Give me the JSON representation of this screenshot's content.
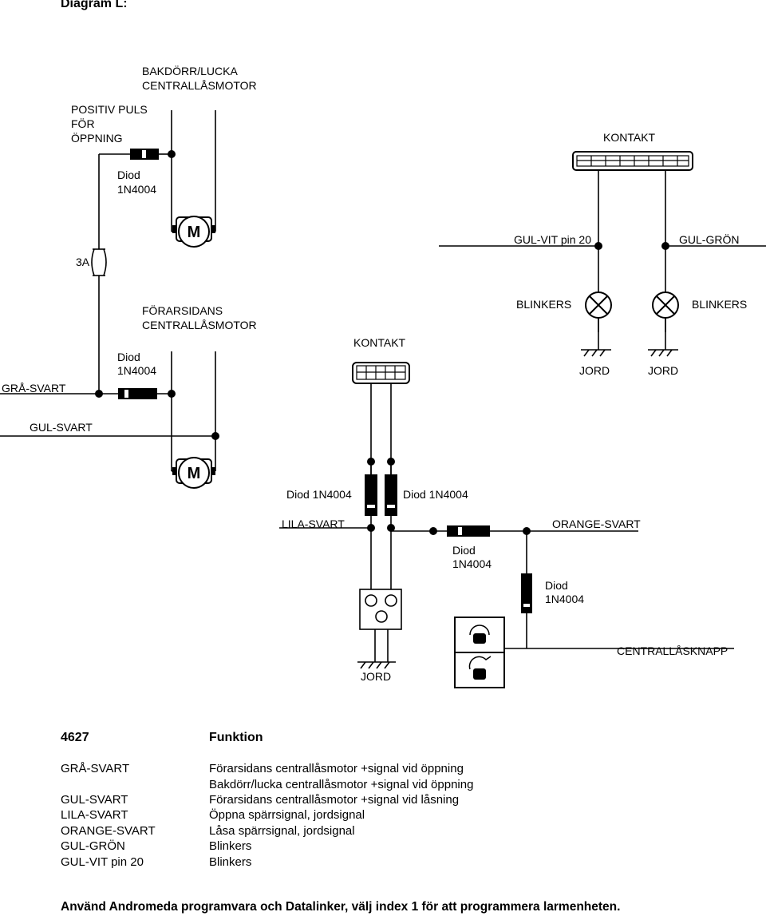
{
  "title": "Diagram L:",
  "labels": {
    "rear_motor": [
      "BAKDÖRR/LUCKA",
      "CENTRALLÅSMOTOR"
    ],
    "pos_pulse": [
      "POSITIV PULS",
      "FÖR",
      "ÖPPNING"
    ],
    "diode_top": [
      "Diod",
      "1N4004"
    ],
    "motor_m1": "M",
    "fuse": "3A",
    "contact_top": "KONTAKT",
    "gul_vit": "GUL-VIT pin 20",
    "gul_gron": "GUL-GRÖN",
    "blinkers_left": "BLINKERS",
    "blinkers_right": "BLINKERS",
    "jord_left": "JORD",
    "jord_right": "JORD",
    "driver_motor": [
      "FÖRARSIDANS",
      "CENTRALLÅSMOTOR"
    ],
    "diode_driver": [
      "Diod",
      "1N4004"
    ],
    "gra_svart": "GRÅ-SVART",
    "contact_mid": "KONTAKT",
    "gul_svart": "GUL-SVART",
    "motor_m2": "M",
    "diode_left_v": "Diod 1N4004",
    "diode_right_v": "Diod 1N4004",
    "lila_svart": "LILA-SVART",
    "orange_svart": "ORANGE-SVART",
    "diode_h": [
      "Diod",
      "1N4004"
    ],
    "diode_v2": [
      "Diod",
      "1N4004"
    ],
    "centrallasknapp": "CENTRALLÅSKNAPP",
    "jord_bottom": "JORD"
  },
  "table": {
    "header_code": "4627",
    "header_func": "Funktion",
    "rows": [
      {
        "wire": "GRÅ-SVART",
        "func": "Förarsidans centrallåsmotor +signal vid öppning"
      },
      {
        "wire": "",
        "func": "Bakdörr/lucka centrallåsmotor +signal vid öppning"
      },
      {
        "wire": "GUL-SVART",
        "func": "Förarsidans centrallåsmotor +signal vid låsning"
      },
      {
        "wire": "LILA-SVART",
        "func": "Öppna spärrsignal, jordsignal"
      },
      {
        "wire": "ORANGE-SVART",
        "func": "Låsa spärrsignal, jordsignal"
      },
      {
        "wire": "GUL-GRÖN",
        "func": "Blinkers"
      },
      {
        "wire": "GUL-VIT pin 20",
        "func": "Blinkers"
      }
    ]
  },
  "footer": "Använd Andromeda programvara och Datalinker, välj index 1 för att programmera larmenheten."
}
